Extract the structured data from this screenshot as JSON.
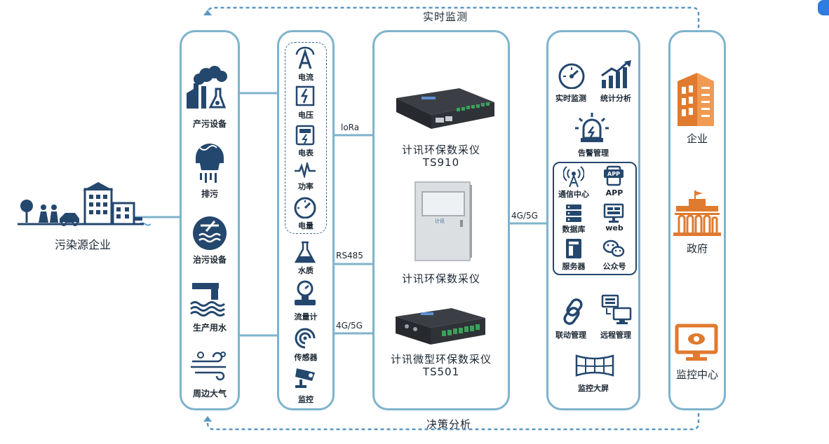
{
  "top_flow_label": "实时监测",
  "bottom_flow_label": "决策分析",
  "enterprise": {
    "label": "污染源企业"
  },
  "sources": [
    {
      "label": "产污设备",
      "icon": "factory-icon"
    },
    {
      "label": "排污",
      "icon": "discharge-icon"
    },
    {
      "label": "治污设备",
      "icon": "treatment-icon"
    },
    {
      "label": "生产用水",
      "icon": "water-pipe-icon"
    },
    {
      "label": "周边大气",
      "icon": "air-icon"
    }
  ],
  "sensors_electric": [
    {
      "label": "电流",
      "icon": "current-icon"
    },
    {
      "label": "电压",
      "icon": "voltage-icon"
    },
    {
      "label": "电表",
      "icon": "meter-icon"
    },
    {
      "label": "功率",
      "icon": "power-icon"
    },
    {
      "label": "电量",
      "icon": "gauge-icon"
    }
  ],
  "sensors_other": [
    {
      "label": "水质",
      "icon": "flask-icon"
    },
    {
      "label": "流量计",
      "icon": "flowmeter-icon"
    },
    {
      "label": "传感器",
      "icon": "sensor-icon"
    },
    {
      "label": "监控",
      "icon": "camera-icon"
    }
  ],
  "protocols": {
    "lora": "loRa",
    "rs485": "RS485",
    "cellular_left": "4G/5G",
    "cellular_right": "4G/5G"
  },
  "devices": [
    {
      "name_line1": "计讯环保数采仪",
      "name_line2": "TS910",
      "icon": "ts910-device-icon"
    },
    {
      "name_line1": "计讯环保数采仪",
      "name_line2": "",
      "icon": "cabinet-icon",
      "badge": "计讯"
    },
    {
      "name_line1": "计讯微型环保数采仪",
      "name_line2": "TS501",
      "icon": "ts501-device-icon"
    }
  ],
  "platform": {
    "top_items": [
      {
        "label": "实时监测",
        "icon": "speedometer-icon"
      },
      {
        "label": "统计分析",
        "icon": "bar-chart-icon"
      }
    ],
    "alarm": {
      "label": "告警管理",
      "icon": "alarm-icon"
    },
    "grid_items": [
      {
        "label": "通信中心",
        "icon": "antenna-icon"
      },
      {
        "label": "APP",
        "icon": "app-icon",
        "badge": "APP"
      },
      {
        "label": "数据库",
        "icon": "database-icon"
      },
      {
        "label": "web",
        "icon": "web-icon"
      },
      {
        "label": "服务器",
        "icon": "server-icon"
      },
      {
        "label": "公众号",
        "icon": "wechat-icon"
      }
    ],
    "bottom_items": [
      {
        "label": "联动管理",
        "icon": "link-icon"
      },
      {
        "label": "远程管理",
        "icon": "remote-icon"
      }
    ],
    "screen": {
      "label": "监控大屏",
      "icon": "big-screen-icon"
    }
  },
  "consumers": [
    {
      "label": "企业",
      "icon": "enterprise-building-icon"
    },
    {
      "label": "政府",
      "icon": "government-icon"
    },
    {
      "label": "监控中心",
      "icon": "monitor-center-icon"
    }
  ],
  "colors": {
    "panel_border": "#7fb3cc",
    "icon_navy": "#24476e",
    "icon_orange": "#e07a2f",
    "flow_line": "#5a98c4"
  }
}
